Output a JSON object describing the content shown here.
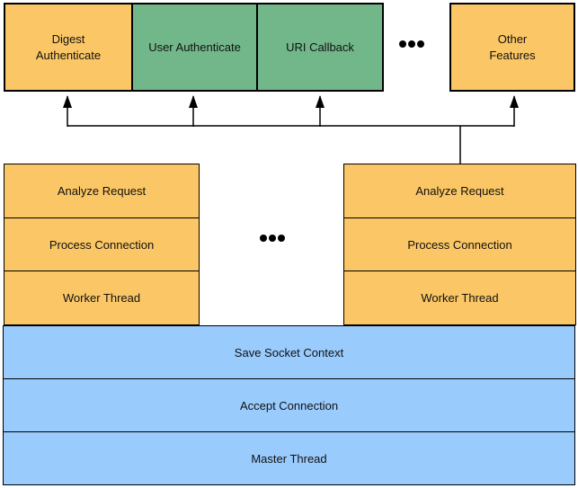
{
  "colors": {
    "feature_orange": "#FBC665",
    "feature_green": "#72B789",
    "master_blue": "#99CBFC",
    "line_black": "#000000"
  },
  "top_row": {
    "boxes": [
      {
        "label": "Digest\nAuthenticate",
        "color": "#FBC665"
      },
      {
        "label": "User Authenticate",
        "color": "#72B789"
      },
      {
        "label": "URI Callback",
        "color": "#72B789"
      },
      {
        "label": "Other\nFeatures",
        "color": "#FBC665"
      }
    ]
  },
  "worker_stacks": {
    "left": {
      "rows": [
        "Analyze Request",
        "Process Connection",
        "Worker Thread"
      ]
    },
    "right": {
      "rows": [
        "Analyze Request",
        "Process Connection",
        "Worker Thread"
      ]
    }
  },
  "master_stack": {
    "rows": [
      "Save Socket Context",
      "Accept Connection",
      "Master Thread"
    ]
  },
  "icons": {
    "ellipsis": "•••"
  }
}
